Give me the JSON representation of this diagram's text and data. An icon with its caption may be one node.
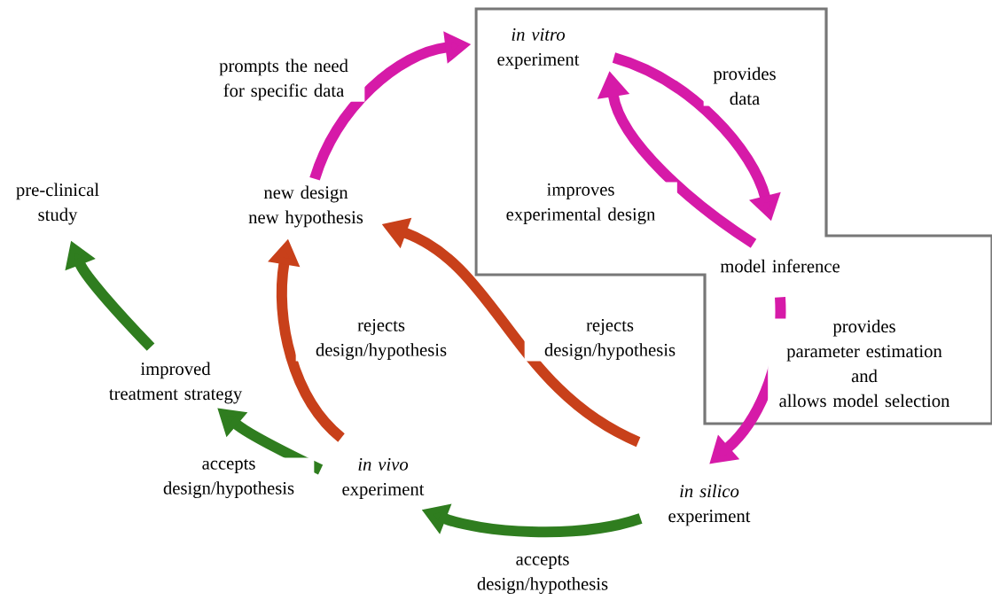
{
  "diagram": {
    "nodes": [
      {
        "text": [
          "*in vitro* experiment"
        ]
      },
      {
        "text": [
          "model inference"
        ]
      },
      {
        "text": [
          "*in silico* experiment"
        ]
      },
      {
        "text": [
          "*in vivo* experiment"
        ]
      },
      {
        "text": [
          "new design new hypothesis"
        ]
      },
      {
        "text": [
          "improved treatment strategy"
        ]
      },
      {
        "text": [
          "pre-clinical study"
        ]
      }
    ],
    "edges": [
      {
        "from": 4,
        "to": 0,
        "arrow": "to",
        "label": "prompts the need for specific data"
      },
      {
        "from": 0,
        "to": 1,
        "arrow": "to",
        "label": "provides data"
      },
      {
        "from": 1,
        "to": 0,
        "arrow": "to",
        "label": "improves experimental design"
      },
      {
        "from": 1,
        "to": 2,
        "arrow": "to",
        "label": "provides parameter estimation and allows model selection"
      },
      {
        "from": 2,
        "to": 4,
        "arrow": "to",
        "label": "rejects design/hypothesis",
        "color": "#c8401a"
      },
      {
        "from": 3,
        "to": 4,
        "arrow": "to",
        "label": "rejects design/hypothesis",
        "color": "#c8401a"
      },
      {
        "from": 2,
        "to": 3,
        "arrow": "to",
        "label": "accepts design/hypothesis",
        "color": "#2f7d1f"
      },
      {
        "from": 3,
        "to": 5,
        "arrow": "to",
        "label": "accepts design/hypothesis",
        "color": "#2f7d1f"
      },
      {
        "from": 5,
        "to": 6,
        "arrow": "to",
        "color": "#2f7d1f"
      }
    ]
  }
}
